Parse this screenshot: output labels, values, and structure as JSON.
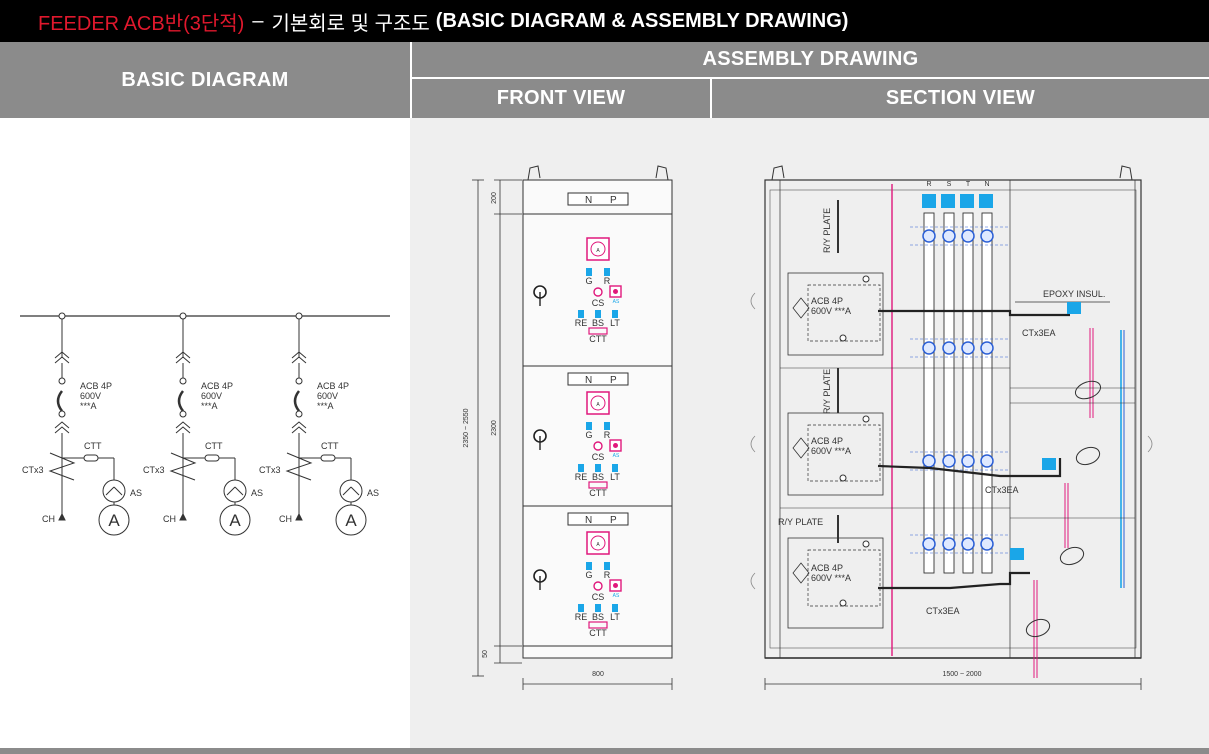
{
  "header": {
    "title_red": "FEEDER ACB반(3단적)",
    "title_dash": "–",
    "title_korean": "기본회로 및 구조도",
    "title_english": "(BASIC DIAGRAM & ASSEMBLY DRAWING)"
  },
  "columns": {
    "basic_diagram": "BASIC DIAGRAM",
    "assembly_drawing": "ASSEMBLY DRAWING",
    "front_view": "FRONT VIEW",
    "section_view": "SECTION VIEW"
  },
  "basic": {
    "acb": [
      "ACB 4P",
      "600V",
      "***A"
    ],
    "ctt": "CTT",
    "ctx": "CTx3",
    "as": "AS",
    "ch": "CH",
    "ammeter": "A"
  },
  "front": {
    "np_n": "N",
    "np_p": "P",
    "meter_a": "A",
    "g": "G",
    "r": "R",
    "cs": "CS",
    "as": "AS",
    "re": "RE",
    "bs": "BS",
    "lt": "LT",
    "ctt": "CTT",
    "dim_total": "2350 ~ 2550",
    "dim_top": "200",
    "dim_mid": "2300",
    "dim_bottom": "50",
    "dim_width": "800"
  },
  "section": {
    "bus_labels": [
      "R",
      "S",
      "T",
      "N"
    ],
    "ry_plate": "R/Y PLATE",
    "acb": [
      "ACB 4P",
      "600V ***A"
    ],
    "ctx3ea": "CTx3EA",
    "epoxy": "EPOXY INSUL.",
    "dim_width": "1500 ~ 2000"
  },
  "colors": {
    "header_gray": "#8b8b8b",
    "title_red": "#e0182d",
    "magenta": "#e0187c",
    "cyan": "#1aa6e8",
    "blue": "#2b5fd6"
  }
}
